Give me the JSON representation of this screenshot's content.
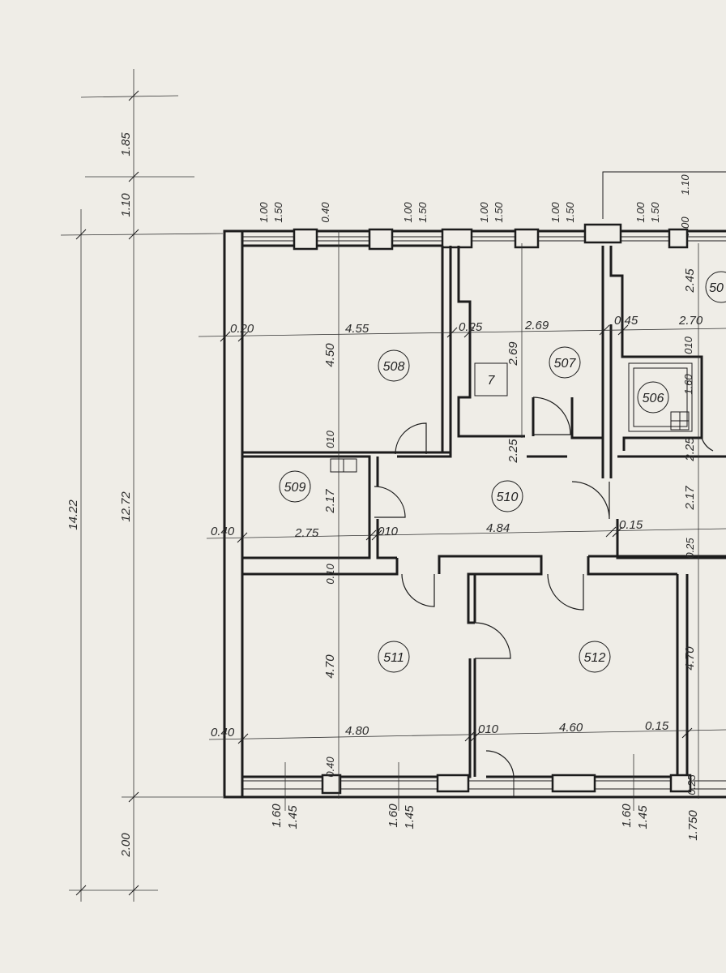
{
  "vertical_dims": {
    "outer": [
      "1.85",
      "1.10",
      "12.72",
      "2.00"
    ],
    "overall": "14.22"
  },
  "top_windows": [
    "1.00",
    "1.50",
    "0.40",
    "1.00",
    "1.50",
    "1.00",
    "1.50",
    "1.00",
    "1.50",
    "1.00",
    "1.50",
    "0.00",
    "1.10"
  ],
  "horizontal_dims": {
    "row1": [
      "0.20",
      "4.55",
      "0.25",
      "2.69",
      "0.45",
      "2.70"
    ],
    "row2": [
      "0.40",
      "2.75",
      "010",
      "4.84",
      "0.15"
    ],
    "row3": [
      "0.40",
      "4.80",
      "010",
      "4.60",
      "0.15"
    ]
  },
  "interior_dims": [
    "4.50",
    "2.69",
    "2.45",
    "010",
    "1.60",
    "010",
    "2.17",
    "2.25",
    "2.25",
    "2.17",
    "0.25",
    "0.10",
    "4.70",
    "4.70",
    "0.40",
    "0.25"
  ],
  "bottom_windows": [
    "1.60",
    "1.45",
    "1.60",
    "1.45",
    "1.60",
    "1.45",
    "1.750"
  ],
  "rooms": [
    "508",
    "507",
    "506",
    "50",
    "509",
    "510",
    "511",
    "512"
  ],
  "stair_mark": "7"
}
